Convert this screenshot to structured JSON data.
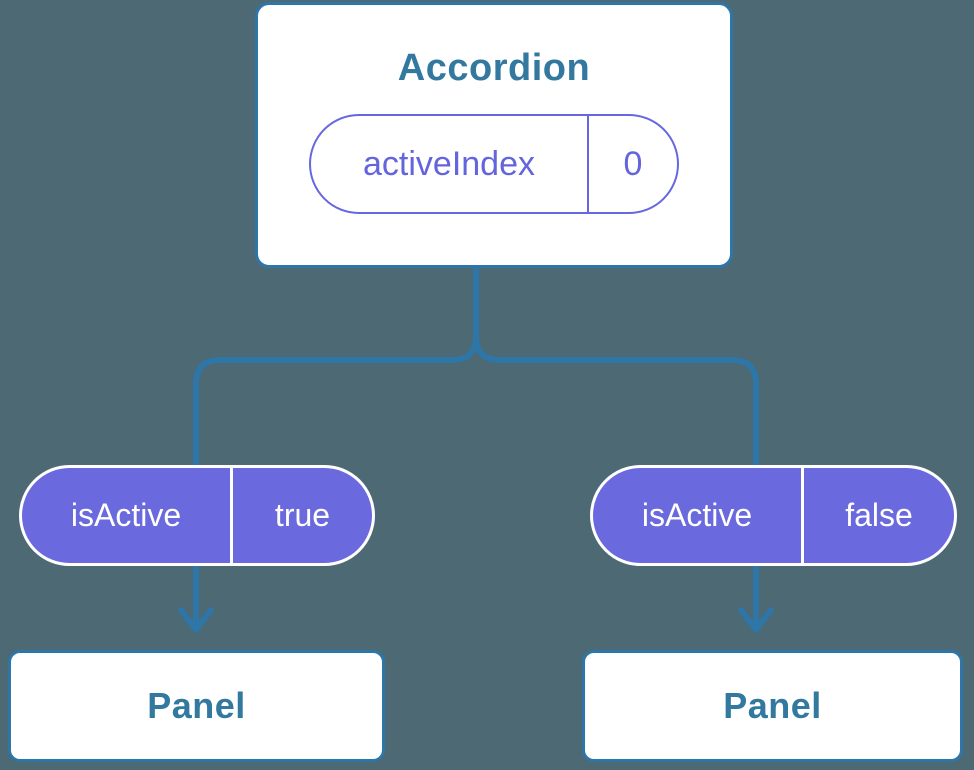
{
  "diagram": {
    "root": {
      "title": "Accordion",
      "prop": {
        "name": "activeIndex",
        "value": "0"
      }
    },
    "children": [
      {
        "prop": {
          "name": "isActive",
          "value": "true"
        },
        "target": {
          "label": "Panel"
        }
      },
      {
        "prop": {
          "name": "isActive",
          "value": "false"
        },
        "target": {
          "label": "Panel"
        }
      }
    ]
  },
  "colors": {
    "background": "#4d6973",
    "connector": "#2e75a8",
    "card_bg": "#ffffff",
    "title_text": "#33799f",
    "purple_border": "#6767e2",
    "purple_text": "#6464dd",
    "purple_fill": "#6a69de",
    "on_purple_text": "#ffffff"
  }
}
